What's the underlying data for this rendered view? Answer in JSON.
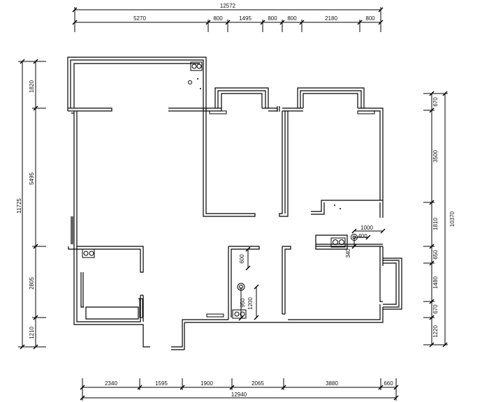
{
  "dimensions": {
    "top_total": "12572",
    "top_segments": [
      "5270",
      "800",
      "1495",
      "800",
      "800",
      "2180",
      "800"
    ],
    "bottom_total": "12940",
    "bottom_segments": [
      "2340",
      "1595",
      "1900",
      "2065",
      "3880",
      "660"
    ],
    "left_total": "11725",
    "left_segments": [
      "1820",
      "5495",
      "2805",
      "1210"
    ],
    "right_total": "10370",
    "right_segments": [
      "670",
      "3500",
      "1810",
      "650",
      "1480",
      "670",
      "1220"
    ]
  },
  "annotations": {
    "kitchen_1000": "1000",
    "kitchen_400": "400",
    "kitchen_340": "340",
    "bath_600": "600",
    "bath_950": "950",
    "bath_1200": "1200"
  }
}
